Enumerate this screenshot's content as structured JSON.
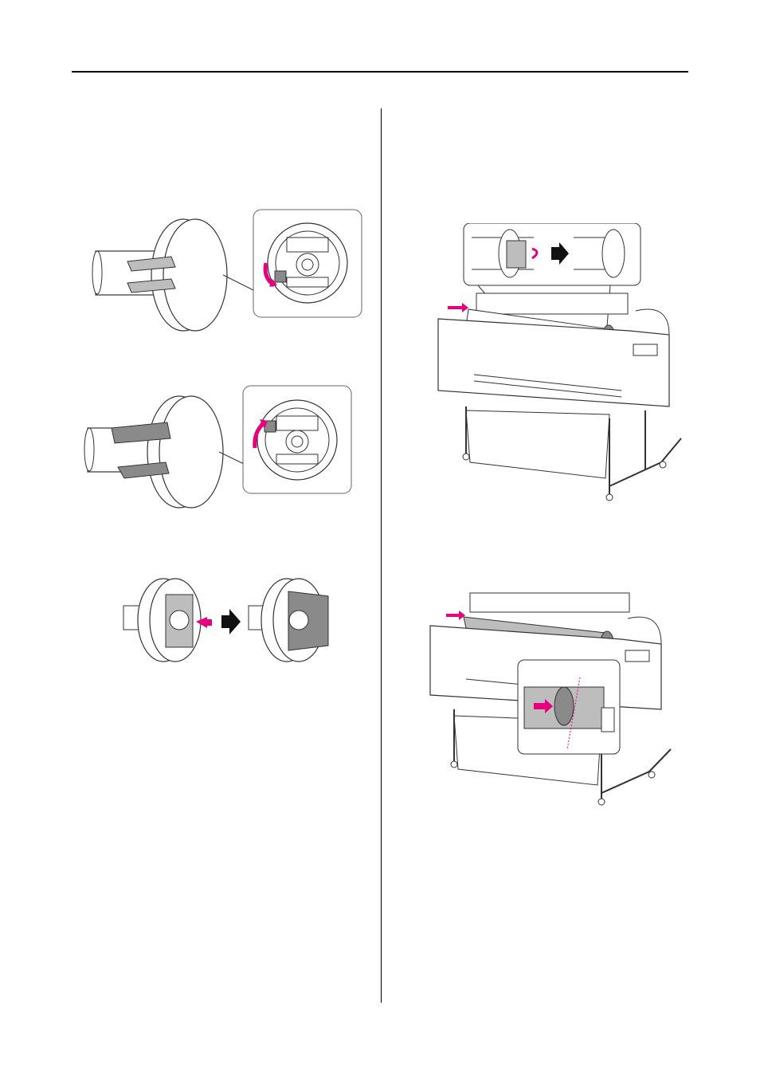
{
  "colors": {
    "ink": "#333333",
    "shade": "#bdbdbd",
    "shade_dark": "#8a8a8a",
    "accent_arrow": "#e6007e",
    "black_arrow": "#111111"
  },
  "figures": [
    {
      "id": "adapter-lever-lock"
    },
    {
      "id": "adapter-lever-release"
    },
    {
      "id": "adapter-stopper-press"
    },
    {
      "id": "printer-roll-mount"
    },
    {
      "id": "printer-roll-slide-in"
    }
  ]
}
